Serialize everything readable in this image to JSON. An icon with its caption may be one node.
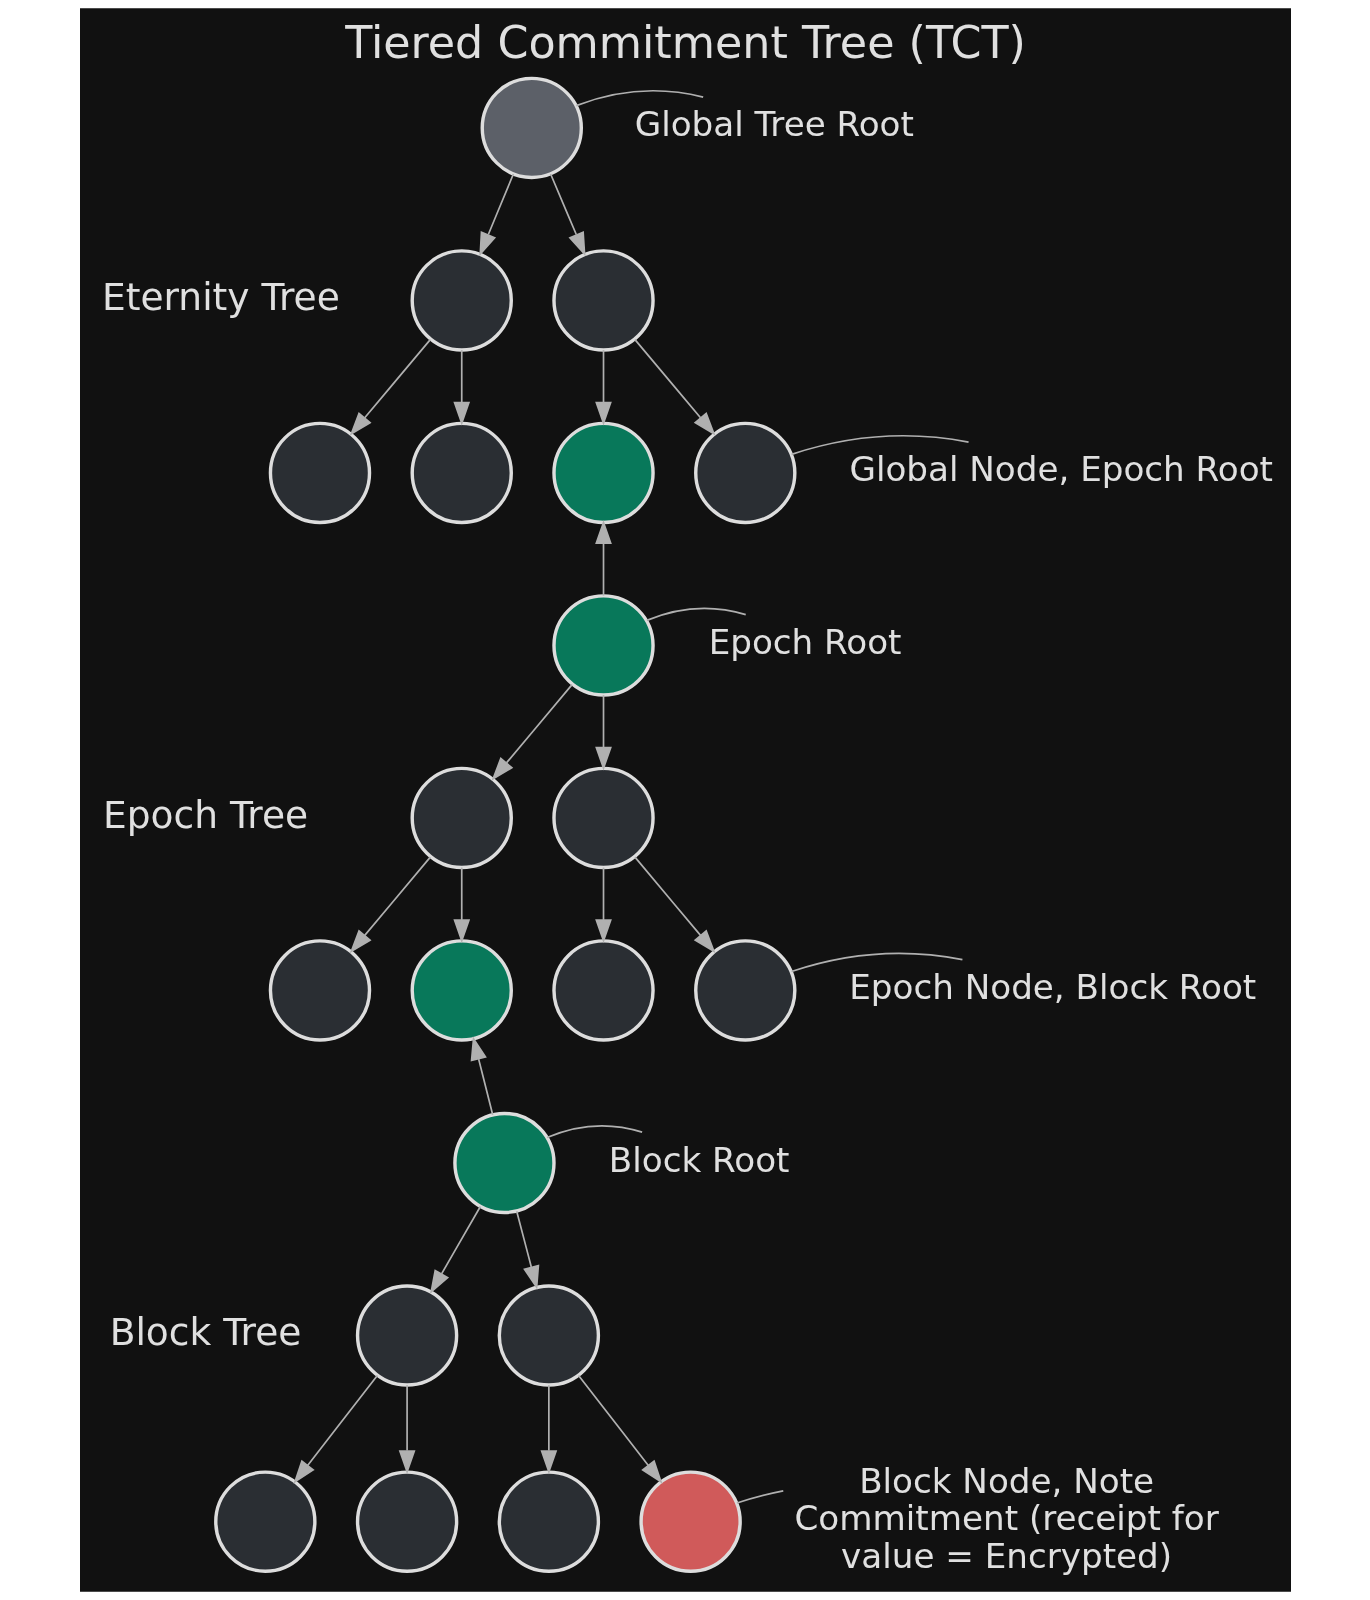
{
  "diagram": {
    "title": "Tiered Commitment Tree (TCT)",
    "nodes": [
      {
        "text": [],
        "shape": "circle"
      },
      {
        "text": [
          "Global Tree Root"
        ]
      },
      {
        "text": [],
        "shape": "circle"
      },
      {
        "text": [],
        "shape": "circle"
      },
      {
        "text": [],
        "shape": "circle"
      },
      {
        "text": [],
        "shape": "circle"
      },
      {
        "text": [],
        "shape": "circle"
      },
      {
        "text": [],
        "shape": "circle"
      },
      {
        "text": [
          "Global Node, Epoch Root"
        ]
      },
      {
        "text": [],
        "shape": "circle"
      },
      {
        "text": [
          "Epoch Root"
        ]
      },
      {
        "text": [],
        "shape": "circle"
      },
      {
        "text": [],
        "shape": "circle"
      },
      {
        "text": [],
        "shape": "circle"
      },
      {
        "text": [],
        "shape": "circle"
      },
      {
        "text": [],
        "shape": "circle"
      },
      {
        "text": [],
        "shape": "circle"
      },
      {
        "text": [
          "Epoch Node, Block Root"
        ]
      },
      {
        "text": [],
        "shape": "circle"
      },
      {
        "text": [
          "Block Root"
        ]
      },
      {
        "text": [],
        "shape": "circle"
      },
      {
        "text": [],
        "shape": "circle"
      },
      {
        "text": [],
        "shape": "circle"
      },
      {
        "text": [],
        "shape": "circle"
      },
      {
        "text": [],
        "shape": "circle"
      },
      {
        "text": [],
        "shape": "circle"
      },
      {
        "text": [
          "Block Node, Note Commitment (receipt for value = Encrypted)"
        ]
      }
    ],
    "edges": [
      {
        "from": 0,
        "to": 2,
        "arrow": "to"
      },
      {
        "from": 0,
        "to": 3,
        "arrow": "to"
      },
      {
        "from": 2,
        "to": 4,
        "arrow": "to"
      },
      {
        "from": 2,
        "to": 5,
        "arrow": "to"
      },
      {
        "from": 3,
        "to": 6,
        "arrow": "to"
      },
      {
        "from": 3,
        "to": 7,
        "arrow": "to"
      },
      {
        "from": 9,
        "to": 6,
        "arrow": "to"
      },
      {
        "from": 9,
        "to": 11,
        "arrow": "to"
      },
      {
        "from": 9,
        "to": 12,
        "arrow": "to"
      },
      {
        "from": 11,
        "to": 13,
        "arrow": "to"
      },
      {
        "from": 11,
        "to": 14,
        "arrow": "to"
      },
      {
        "from": 12,
        "to": 15,
        "arrow": "to"
      },
      {
        "from": 12,
        "to": 16,
        "arrow": "to"
      },
      {
        "from": 18,
        "to": 14,
        "arrow": "to"
      },
      {
        "from": 18,
        "to": 20,
        "arrow": "to"
      },
      {
        "from": 18,
        "to": 21,
        "arrow": "to"
      },
      {
        "from": 20,
        "to": 22,
        "arrow": "to"
      },
      {
        "from": 20,
        "to": 23,
        "arrow": "to"
      },
      {
        "from": 21,
        "to": 24,
        "arrow": "to"
      },
      {
        "from": 21,
        "to": 25,
        "arrow": "to"
      },
      {
        "from": 1,
        "to": 0,
        "arrow": "none"
      },
      {
        "from": 8,
        "to": 7,
        "arrow": "none"
      },
      {
        "from": 10,
        "to": 9,
        "arrow": "none"
      },
      {
        "from": 17,
        "to": 16,
        "arrow": "none"
      },
      {
        "from": 19,
        "to": 18,
        "arrow": "none"
      },
      {
        "from": 26,
        "to": 25,
        "arrow": "none"
      }
    ],
    "labels": [
      "Eternity Tree",
      "Epoch Tree",
      "Block Tree"
    ]
  }
}
